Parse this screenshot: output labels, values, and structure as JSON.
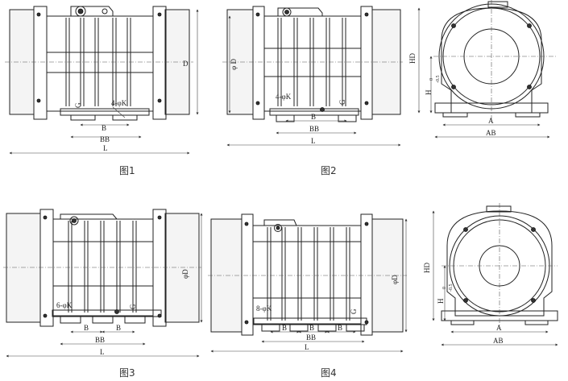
{
  "figures": [
    {
      "caption": "图1",
      "labels": {
        "G": "G",
        "hole": "4-φK",
        "B": "B",
        "BB": "BB",
        "L": "L",
        "D": "D"
      }
    },
    {
      "caption": "图2",
      "labels": {
        "D": "φ D",
        "hole": "4-φK",
        "G": "G",
        "B": "B",
        "BB": "BB",
        "L": "L"
      }
    },
    {
      "caption": "",
      "labels": {
        "HD": "HD",
        "H": "H",
        "H_tol_upper": "0",
        "H_tol_lower": "-0.5",
        "A": "A",
        "AB": "AB"
      }
    },
    {
      "caption": "图3",
      "labels": {
        "hole": "6-φK",
        "G": "G",
        "B1": "B",
        "B2": "B",
        "BB": "BB",
        "L": "L",
        "D": "φD"
      }
    },
    {
      "caption": "图4",
      "labels": {
        "hole": "8-φK",
        "G": "G",
        "B1": "B",
        "B2": "B",
        "B3": "B",
        "BB": "BB",
        "L": "L",
        "D": "φD"
      }
    },
    {
      "caption": "",
      "labels": {
        "HD": "HD",
        "H": "H",
        "H_tol_upper": "0",
        "H_tol_lower": "-0.5",
        "A": "A",
        "AB": "AB"
      }
    }
  ]
}
